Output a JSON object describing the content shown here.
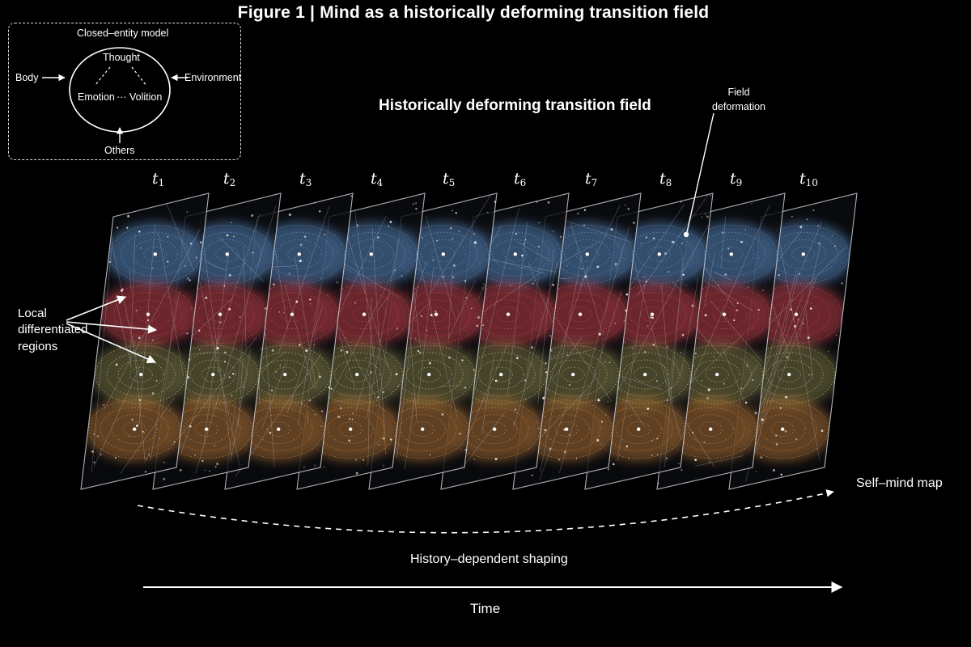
{
  "figure": {
    "title": "Figure 1 | Mind as a historically deforming transition field",
    "subtitle": "Historically deforming transition field"
  },
  "inset": {
    "heading": "Closed–entity model",
    "nodes": {
      "thought": "Thought",
      "emotion": "Emotion",
      "ellipsis": "···",
      "volition": "Volition"
    },
    "inputs": {
      "body": "Body",
      "environment": "Environment",
      "others": "Others"
    }
  },
  "time_labels": [
    {
      "symbol": "t",
      "index": "1"
    },
    {
      "symbol": "t",
      "index": "2"
    },
    {
      "symbol": "t",
      "index": "3"
    },
    {
      "symbol": "t",
      "index": "4"
    },
    {
      "symbol": "t",
      "index": "5"
    },
    {
      "symbol": "t",
      "index": "6"
    },
    {
      "symbol": "t",
      "index": "7"
    },
    {
      "symbol": "t",
      "index": "8"
    },
    {
      "symbol": "t",
      "index": "9"
    },
    {
      "symbol": "t",
      "index": "10"
    }
  ],
  "annotations": {
    "local_regions": "Local\ndifferentiated\nregions",
    "field_deformation": "Field\ndeformation",
    "self_mind_map": "Self–mind map",
    "history_shaping": "History–dependent shaping",
    "time_axis": "Time"
  },
  "region_colors": {
    "thought_region": "#5b8fc9",
    "emotion_region": "#c9404a",
    "volition_region": "#b7b060",
    "body_region": "#c9823c",
    "mesh": "#d9dde4"
  }
}
